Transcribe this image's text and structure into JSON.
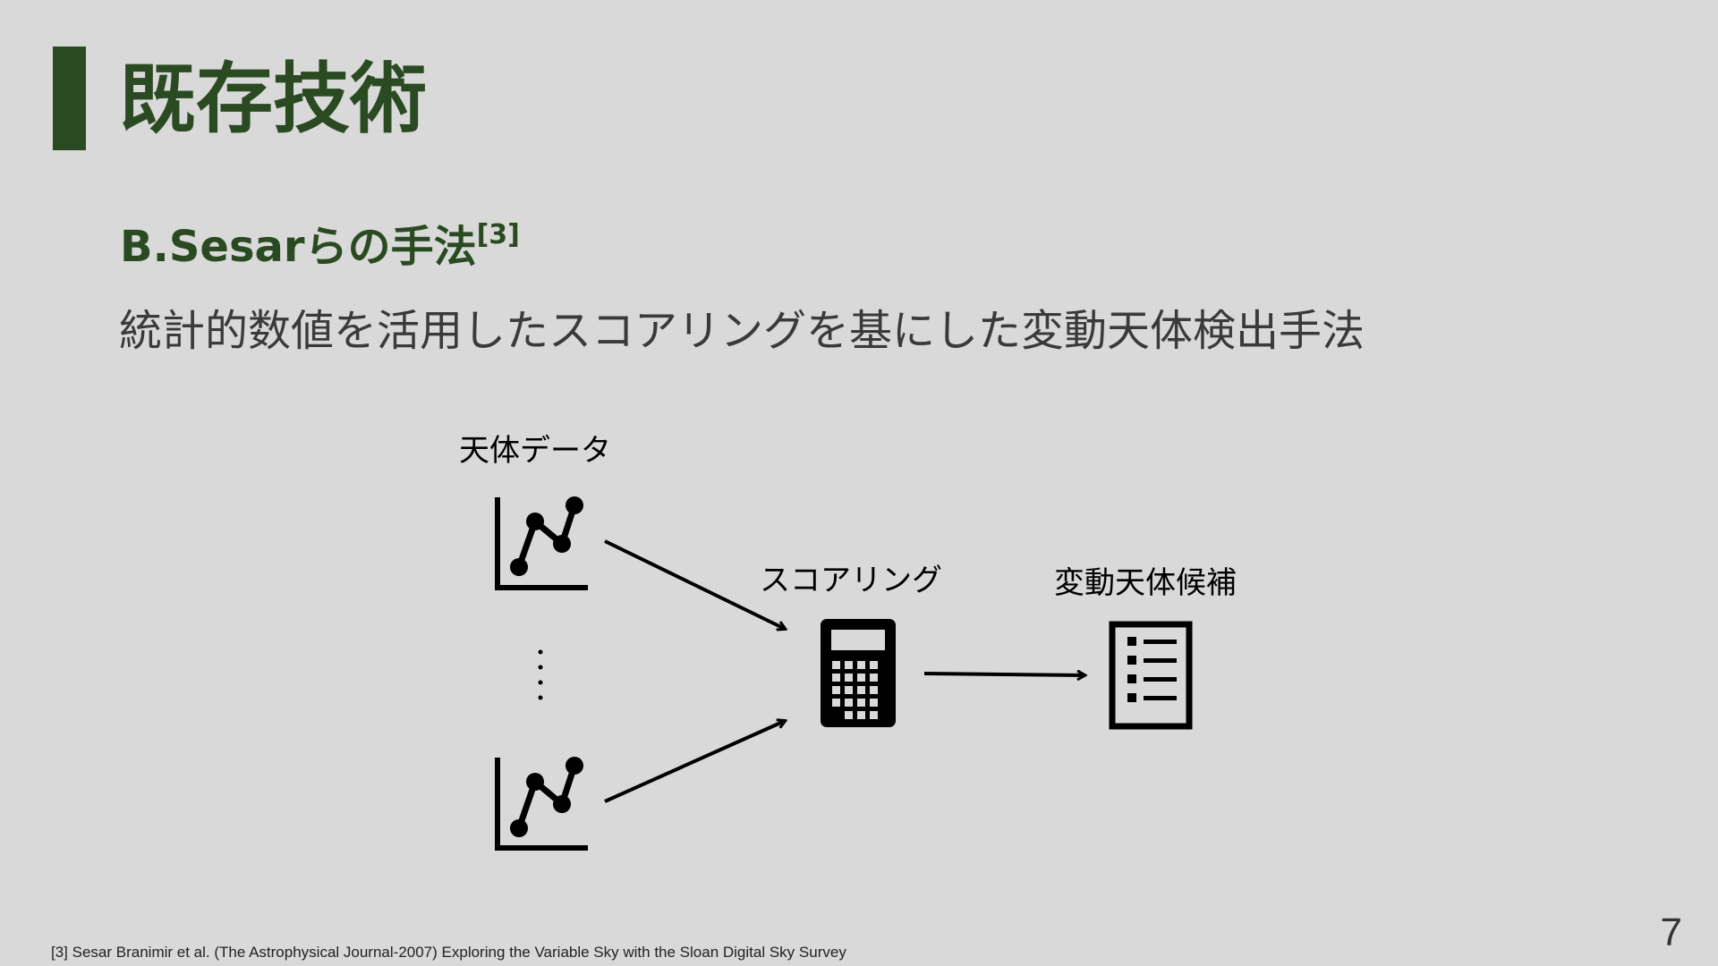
{
  "slide": {
    "title": "既存技術",
    "subtitle": "B.Sesarらの手法",
    "subtitle_ref": "[3]",
    "description": "統計的数値を活用したスコアリングを基にした変動天体検出手法",
    "page_number": "7",
    "accent_color": "#2a4a22"
  },
  "diagram": {
    "input_label": "天体データ",
    "ellipsis": "⋮",
    "process_label": "スコアリング",
    "output_label": "変動天体候補",
    "icons": {
      "input_top": "line-chart-icon",
      "input_bottom": "line-chart-icon",
      "process": "calculator-icon",
      "output": "checklist-icon"
    }
  },
  "footnote": "[3] Sesar Branimir et al. (The Astrophysical Journal-2007) Exploring the Variable Sky with the Sloan Digital Sky Survey"
}
